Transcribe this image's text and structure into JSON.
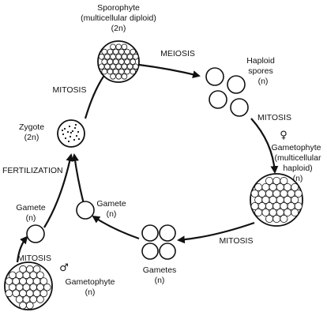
{
  "sporophyte": {
    "name": "Sporophyte",
    "detail": "(multicellular diploid)",
    "ploidy": "(2n)"
  },
  "meiosis": "MEIOSIS",
  "haploid_spores": {
    "line1": "Haploid",
    "line2": "spores",
    "ploidy": "(n)"
  },
  "mitosis_top_left": "MITOSIS",
  "mitosis_right": "MITOSIS",
  "mitosis_bottom": "MITOSIS",
  "mitosis_lower_left": "MITOSIS",
  "female_symbol": "♀",
  "male_symbol": "♂",
  "female_gametophyte": {
    "name": "Gametophyte",
    "detail1": "(multicellular",
    "detail2": "haploid)",
    "ploidy": "(n)"
  },
  "zygote": {
    "name": "Zygote",
    "ploidy": "(2n)"
  },
  "fertilization": "FERTILIZATION",
  "gamete_center": {
    "name": "Gamete",
    "ploidy": "(n)"
  },
  "gamete_left": {
    "name": "Gamete",
    "ploidy": "(n)"
  },
  "gametes_bottom": {
    "name": "Gametes",
    "ploidy": "(n)"
  },
  "male_gametophyte": {
    "name": "Gametophyte",
    "ploidy": "(n)"
  }
}
